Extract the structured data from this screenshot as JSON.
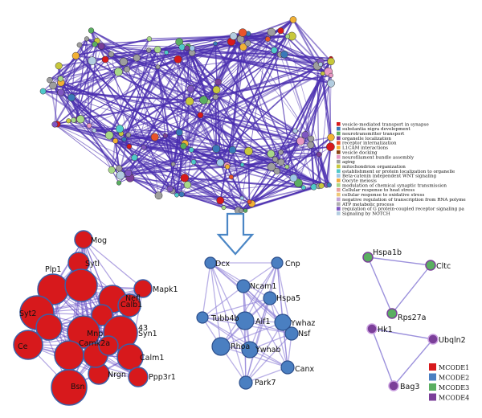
{
  "network_legend": [
    {
      "label": "vesicle-mediated transport in synapse",
      "color": "#d7191c"
    },
    {
      "label": "substantia nigra development",
      "color": "#3a78b8"
    },
    {
      "label": "neurotransmitter transport",
      "color": "#5aae61"
    },
    {
      "label": "organelle localization",
      "color": "#7b3f99"
    },
    {
      "label": "receptor internalization",
      "color": "#e8542c"
    },
    {
      "label": "L1CAM interactions",
      "color": "#f2b134"
    },
    {
      "label": "vesicle docking",
      "color": "#8b4513"
    },
    {
      "label": "neurofilament bundle assembly",
      "color": "#e899c3"
    },
    {
      "label": "aging",
      "color": "#9e9e9e"
    },
    {
      "label": "mitochondrion organization",
      "color": "#c8c83c"
    },
    {
      "label": "establishment or protein localization to organelle",
      "color": "#4fc9c9"
    },
    {
      "label": "Beta-catenin independent WNT signaling",
      "color": "#9ec8e8"
    },
    {
      "label": "Oocyte meiosis",
      "color": "#f2a93b"
    },
    {
      "label": "modulation of chemical synaptic transmission",
      "color": "#a8d888"
    },
    {
      "label": "Cellular response to heat stress",
      "color": "#e8a0a0"
    },
    {
      "label": "cellular response to oxidative stress",
      "color": "#f0c878"
    },
    {
      "label": "negative regulation of transcription from RNA polyme",
      "color": "#c2a4d8"
    },
    {
      "label": "ATP metabolic process",
      "color": "#b0b0b0"
    },
    {
      "label": "regulation of G protein-coupled receptor signaling pa",
      "color": "#7e57c2"
    },
    {
      "label": "Signaling by NOTCH",
      "color": "#b3cde0"
    }
  ],
  "mcode_legend": [
    {
      "label": "MCODE1",
      "color": "#d7191c"
    },
    {
      "label": "MCODE2",
      "color": "#4a7fc1"
    },
    {
      "label": "MCODE3",
      "color": "#5aae61"
    },
    {
      "label": "MCODE4",
      "color": "#7b3f99"
    }
  ],
  "mcode1_labels": [
    "Mog",
    "Sytl",
    "Plp1",
    "Mapk1",
    "Nefl",
    "Calb1",
    "Syt2",
    "43",
    "Syn1",
    "Mnp",
    "Camk2a",
    "Calm1",
    "Ppp3r1",
    "Nrgn",
    "Bsn",
    "Ce"
  ],
  "mcode2_labels": [
    "Dcx",
    "Cnp",
    "Ncam1",
    "Hspa5",
    "Tubb4b",
    "Aif1",
    "Ywhaz",
    "Nsf",
    "Rhoa",
    "Ywhab",
    "Canx",
    "Park7"
  ],
  "mcode3_labels": [
    "Hspa1b",
    "Cltc",
    "Rps27a"
  ],
  "mcode4_labels": [
    "Hk1",
    "Ubqln2",
    "Bag3"
  ]
}
